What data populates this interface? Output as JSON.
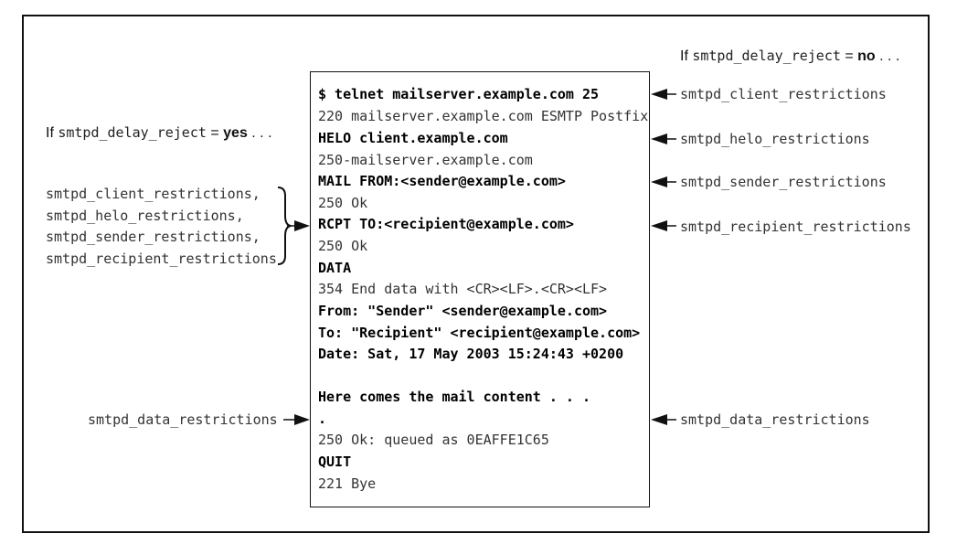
{
  "conditions": {
    "right": {
      "prefix": "If ",
      "param": "smtpd_delay_reject",
      "op": " = ",
      "value": "no",
      "suffix": " . . ."
    },
    "left": {
      "prefix": "If ",
      "param": "smtpd_delay_reject",
      "op": " = ",
      "value": "yes",
      "suffix": " . . ."
    }
  },
  "session": [
    {
      "text": "$ telnet mailserver.example.com 25",
      "kind": "cmd"
    },
    {
      "text": "220 mailserver.example.com ESMTP Postfix",
      "kind": "resp"
    },
    {
      "text": "HELO client.example.com",
      "kind": "cmd"
    },
    {
      "text": "250-mailserver.example.com",
      "kind": "resp"
    },
    {
      "text": "MAIL FROM:<sender@example.com>",
      "kind": "cmd"
    },
    {
      "text": "250 Ok",
      "kind": "resp"
    },
    {
      "text": "RCPT TO:<recipient@example.com>",
      "kind": "cmd"
    },
    {
      "text": "250 Ok",
      "kind": "resp"
    },
    {
      "text": "DATA",
      "kind": "cmd"
    },
    {
      "text": "354 End data with <CR><LF>.<CR><LF>",
      "kind": "resp"
    },
    {
      "text": "From: \"Sender\" <sender@example.com>",
      "kind": "cmd"
    },
    {
      "text": "To: \"Recipient\" <recipient@example.com>",
      "kind": "cmd"
    },
    {
      "text": "Date: Sat, 17 May 2003 15:24:43 +0200",
      "kind": "cmd"
    },
    {
      "text": "Here comes the mail content . . .",
      "kind": "cmd"
    },
    {
      "text": ".",
      "kind": "cmd"
    },
    {
      "text": "250 Ok: queued as 0EAFFE1C65",
      "kind": "resp"
    },
    {
      "text": "QUIT",
      "kind": "cmd"
    },
    {
      "text": "221 Bye",
      "kind": "resp"
    }
  ],
  "right_labels": [
    "smtpd_client_restrictions",
    "smtpd_helo_restrictions",
    "smtpd_sender_restrictions",
    "smtpd_recipient_restrictions",
    "smtpd_data_restrictions"
  ],
  "left_group": [
    "smtpd_client_restrictions,",
    "smtpd_helo_restrictions,",
    "smtpd_sender_restrictions,",
    "smtpd_recipient_restrictions"
  ],
  "left_data_label": "smtpd_data_restrictions"
}
